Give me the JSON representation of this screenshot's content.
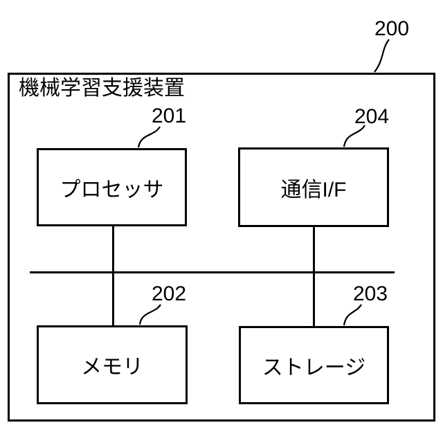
{
  "figure": {
    "device": {
      "label": "機械学習支援装置",
      "ref": "200"
    },
    "components": [
      {
        "id": "processor",
        "label": "プロセッサ",
        "ref": "201"
      },
      {
        "id": "communication-interface",
        "label": "通信I/F",
        "ref": "204"
      },
      {
        "id": "memory",
        "label": "メモリ",
        "ref": "202"
      },
      {
        "id": "storage",
        "label": "ストレージ",
        "ref": "203"
      }
    ],
    "connections": [
      {
        "from": "processor",
        "to": "bus"
      },
      {
        "from": "communication-interface",
        "to": "bus"
      },
      {
        "from": "memory",
        "to": "bus"
      },
      {
        "from": "storage",
        "to": "bus"
      }
    ],
    "bus": {
      "type": "horizontal-bus"
    },
    "colors": {
      "line": "#000000",
      "text": "#000000",
      "background": "#ffffff"
    }
  }
}
